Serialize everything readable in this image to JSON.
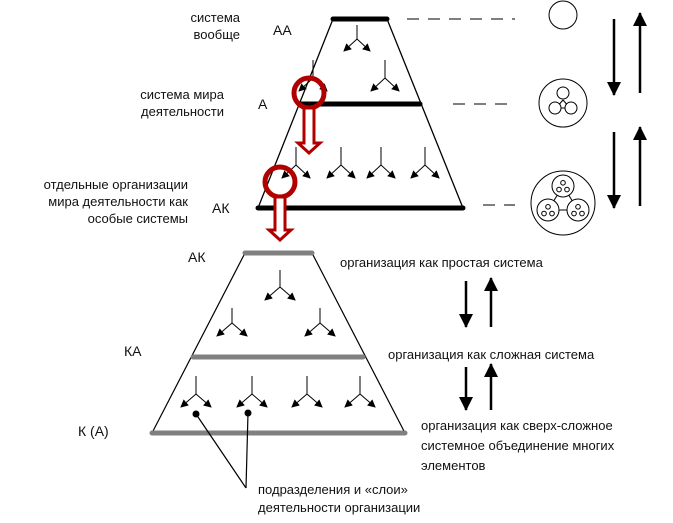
{
  "top_pyramid": {
    "levels": [
      {
        "code": "АА",
        "label": "система вообще",
        "label_lines": [
          "система",
          "вообще"
        ]
      },
      {
        "code": "А",
        "label_lines": [
          "система мира",
          "деятельности"
        ]
      },
      {
        "code": "АК",
        "label_lines": [
          "отдельные организации",
          "мира деятельности как",
          "особые системы"
        ]
      }
    ]
  },
  "bottom_pyramid": {
    "levels": [
      {
        "code": "АК",
        "label_lines": [
          "организация как простая система"
        ]
      },
      {
        "code": "КА",
        "label_lines": [
          "организация как сложная система"
        ]
      },
      {
        "code": "К (А)",
        "label_lines": [
          "организация как сверх-сложное",
          "системное объединение многих",
          "элементов"
        ]
      }
    ],
    "callout_lines": [
      "подразделения и «слои»",
      "деятельности организации"
    ]
  },
  "colors": {
    "highlight": "#b00000",
    "bar_top": "#000000",
    "bar_bottom": "#808080"
  }
}
